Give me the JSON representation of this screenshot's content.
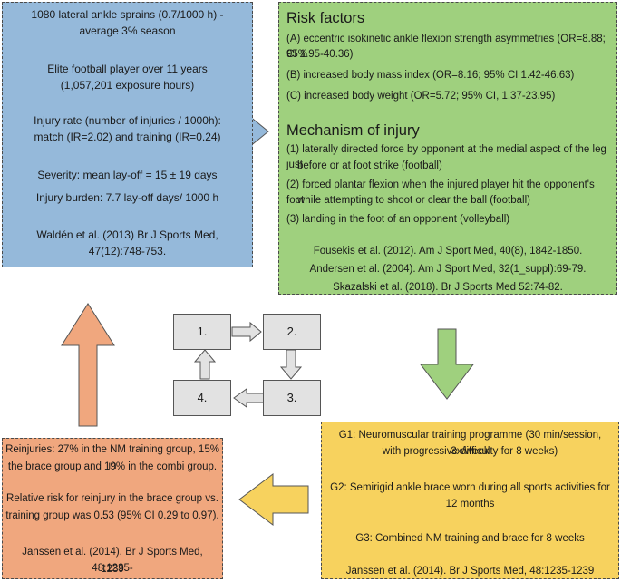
{
  "epidemiology": {
    "line1": "1080 lateral ankle sprains (0.7/1000 h) -",
    "line2": "average 3% season",
    "line3": "Elite football player over 11 years",
    "line4": "(1,057,201 exposure hours)",
    "line5": "Injury rate (number of injuries / 1000h):",
    "line6": "match (IR=2.02) and training (IR=0.24)",
    "line7": "Severity: mean lay-off = 15 ± 19 days",
    "line8": "Injury burden: 7.7 lay-off days/ 1000 h",
    "line9": "Waldén et al. (2013) Br J Sports Med,",
    "line10": "47(12):748-753."
  },
  "risk": {
    "heading": "Risk factors",
    "a1": "(A) eccentric isokinetic ankle flexion strength asymmetries (OR=8.88; 95%",
    "a2": "CI 1.95-40.36)",
    "b": "(B) increased body mass index (OR=8.16; 95% CI 1.42-46.63)",
    "c": "(C) increased body weight (OR=5.72; 95% CI, 1.37-23.95)",
    "mech_heading": "Mechanism of injury",
    "m1a": "(1) laterally directed force by opponent at the medial aspect of the leg just",
    "m1b": "before or at foot strike (football)",
    "m2a": "(2) forced plantar flexion when the injured player hit the opponent's foot",
    "m2b": "while attempting to shoot or clear the ball (football)",
    "m3": "(3) landing in the foot of an opponent (volleyball)",
    "ref1": "Fousekis et al. (2012). Am J Sport Med, 40(8), 1842-1850.",
    "ref2": "Andersen et al. (2004). Am J Sport Med, 32(1_suppl):69-79.",
    "ref3": "Skazalski et al. (2018). Br J Sports Med 52:74-82."
  },
  "intervention": {
    "g1a": "G1: Neuromuscular training programme (30 min/session, 3x/week",
    "g1b": "with progressive difficulty for 8 weeks)",
    "g2a": "G2: Semirigid ankle brace worn during all sports activities for",
    "g2b": "12 months",
    "g3": "G3: Combined NM training and brace for 8 weeks",
    "ref": "Janssen et al. (2014). Br J Sports Med, 48:1235-1239"
  },
  "reinjury": {
    "l1": "Reinjuries: 27% in the NM training group, 15% in",
    "l2": "the brace group and 19% in the combi group.",
    "l3": "Relative risk for reinjury in the brace group vs.",
    "l4": "training group was 0.53 (95% CI 0.29 to 0.97).",
    "l5": "Janssen et al. (2014). Br J Sports Med, 48:1235-",
    "l6": "1239"
  },
  "cycle": {
    "step1": "1.",
    "step2": "2.",
    "step3": "3.",
    "step4": "4."
  },
  "colors": {
    "blue": "#95b9da",
    "green": "#9fd07e",
    "yellow": "#f7d25e",
    "orange": "#f0a77e",
    "cycle_grey": "#e2e2e2"
  }
}
